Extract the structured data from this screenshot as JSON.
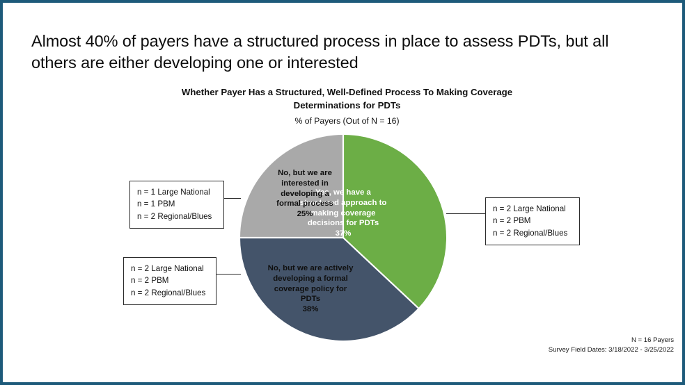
{
  "slide": {
    "border_color": "#1d5a7a",
    "headline": "Almost 40% of payers have a structured process in place to assess PDTs, but all others are either developing one or interested"
  },
  "chart": {
    "title_line1": "Whether Payer Has a Structured, Well-Defined Process To Making Coverage",
    "title_line2": "Determinations for PDTs",
    "subtitle": "% of Payers (Out of N = 16)",
    "labels": {
      "green": "Yes, we have a\nstructured approach to\nmaking coverage\ndecisions for PDTs\n37%",
      "blue": "No, but we are actively\ndeveloping a formal\ncoverage policy for\nPDTs\n38%",
      "gray": "No, but we are\ninterested in\ndeveloping a\nformal process\n25%"
    }
  },
  "chart_data": {
    "type": "pie",
    "title": "Whether Payer Has a Structured, Well-Defined Process To Making Coverage Determinations for PDTs",
    "subtitle": "% of Payers (Out of N = 16)",
    "unit": "%",
    "total_n": 16,
    "start_angle_deg": 0,
    "direction": "clockwise",
    "legend": "none (labels inside slices)",
    "categories": [
      "Yes, we have a structured approach to making coverage decisions for PDTs",
      "No, but we are actively developing a formal coverage policy for PDTs",
      "No, but we are interested in developing a formal process"
    ],
    "values": [
      37,
      38,
      25
    ],
    "colors": [
      "#6cae46",
      "#44546a",
      "#a9a9a9"
    ],
    "label_colors": [
      "#ffffff",
      "#101010",
      "#101010"
    ],
    "slices": [
      {
        "label": "Yes, we have a structured approach to making coverage decisions for PDTs",
        "value": 37,
        "color": "#6cae46",
        "breakdown": [
          "n = 2 Large National",
          "n = 2 PBM",
          "n = 2 Regional/Blues"
        ]
      },
      {
        "label": "No, but we are actively developing a formal coverage policy for PDTs",
        "value": 38,
        "color": "#44546a",
        "breakdown": [
          "n = 2 Large National",
          "n = 2 PBM",
          "n = 2 Regional/Blues"
        ]
      },
      {
        "label": "No, but we are interested in developing a formal process",
        "value": 25,
        "color": "#a9a9a9",
        "breakdown": [
          "n = 1 Large National",
          "n = 1 PBM",
          "n = 2 Regional/Blues"
        ]
      }
    ]
  },
  "callouts": {
    "gray": {
      "line1": "n = 1 Large National",
      "line2": "n = 1 PBM",
      "line3": "n = 2 Regional/Blues"
    },
    "blue": {
      "line1": "n = 2 Large National",
      "line2": "n = 2 PBM",
      "line3": "n = 2 Regional/Blues"
    },
    "green": {
      "line1": "n = 2 Large National",
      "line2": "n = 2 PBM",
      "line3": "n = 2 Regional/Blues"
    }
  },
  "footer": {
    "line1": "N = 16 Payers",
    "line2": "Survey Field Dates: 3/18/2022 - 3/25/2022"
  }
}
